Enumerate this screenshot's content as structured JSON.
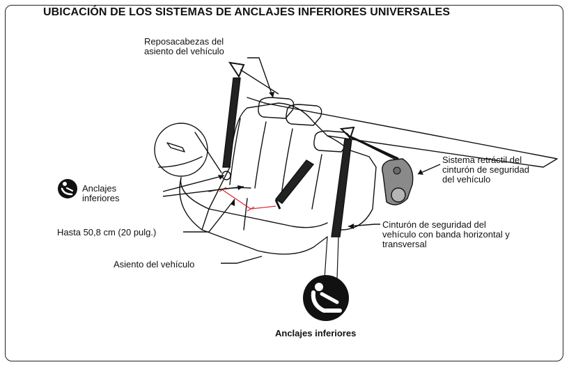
{
  "title": "UBICACIÓN DE LOS SISTEMAS DE ANCLAJES INFERIORES UNIVERSALES",
  "labels": {
    "headrest_line1": "Reposacabezas del",
    "headrest_line2": "asiento del vehículo",
    "retractor_line1": "Sistema retráctil del",
    "retractor_line2": "cinturón de seguridad",
    "retractor_line3": "del vehículo",
    "anchors_line1": "Anclajes",
    "anchors_line2": "inferiores",
    "distance": "Hasta 50,8 cm (20 pulg.)",
    "belt_line1": "Cinturón de seguridad del",
    "belt_line2": "vehículo con banda horizontal y",
    "belt_line3": "transversal",
    "seat": "Asiento del vehículo",
    "bottom_symbol_label": "Anclajes inferiores"
  },
  "colors": {
    "line": "#111111",
    "measure": "#e0202a",
    "retractor_fill": "#8a8a8a",
    "icon_bg": "#111111"
  },
  "icons": [
    "lower-anchor-symbol-icon",
    "child-seat-symbol-icon"
  ]
}
